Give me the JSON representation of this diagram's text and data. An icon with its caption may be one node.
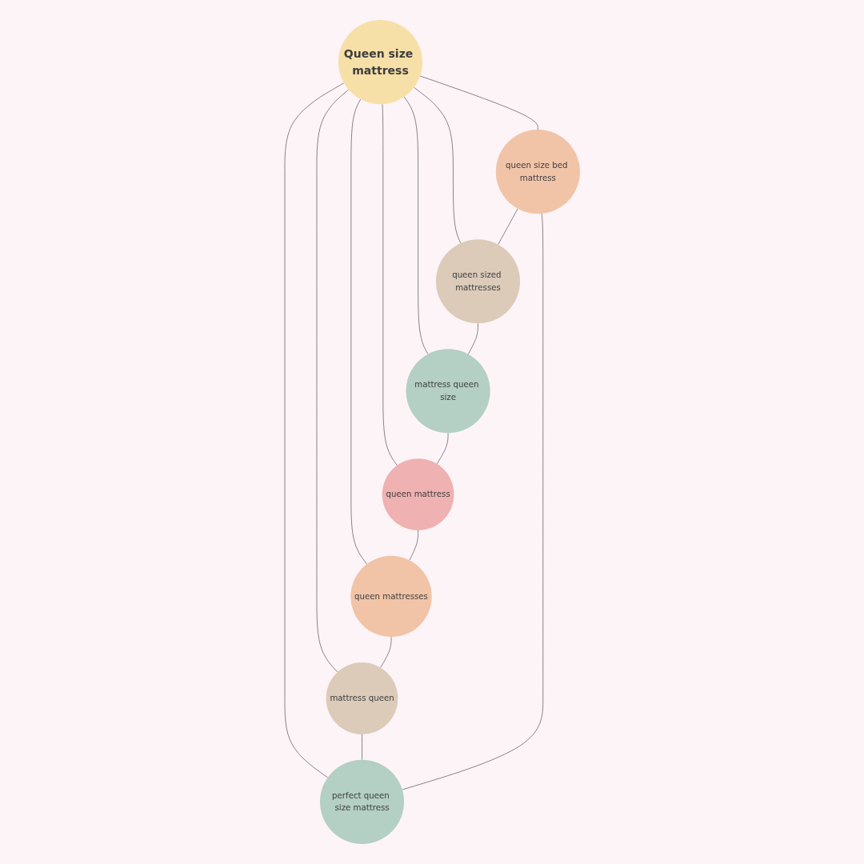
{
  "diagram": {
    "nodes": [
      {
        "text": [
          "Queen size mattress"
        ]
      },
      {
        "text": [
          "queen size bed mattress"
        ]
      },
      {
        "text": [
          "queen sized mattresses"
        ]
      },
      {
        "text": [
          "mattress queen size"
        ]
      },
      {
        "text": [
          "queen mattress"
        ]
      },
      {
        "text": [
          "queen mattresses"
        ]
      },
      {
        "text": [
          "mattress queen"
        ]
      },
      {
        "text": [
          "perfect queen size mattress"
        ]
      }
    ],
    "edges": [
      {
        "from": 0,
        "to": 1,
        "arrow": "none"
      },
      {
        "from": 0,
        "to": 2,
        "arrow": "none"
      },
      {
        "from": 0,
        "to": 3,
        "arrow": "none"
      },
      {
        "from": 0,
        "to": 4,
        "arrow": "none"
      },
      {
        "from": 0,
        "to": 5,
        "arrow": "none"
      },
      {
        "from": 0,
        "to": 6,
        "arrow": "none"
      },
      {
        "from": 0,
        "to": 7,
        "arrow": "none"
      },
      {
        "from": 1,
        "to": 2,
        "arrow": "none"
      },
      {
        "from": 2,
        "to": 3,
        "arrow": "none"
      },
      {
        "from": 3,
        "to": 4,
        "arrow": "none"
      },
      {
        "from": 4,
        "to": 5,
        "arrow": "none"
      },
      {
        "from": 5,
        "to": 6,
        "arrow": "none"
      },
      {
        "from": 6,
        "to": 7,
        "arrow": "none"
      },
      {
        "from": 7,
        "to": 1,
        "arrow": "none"
      }
    ]
  }
}
